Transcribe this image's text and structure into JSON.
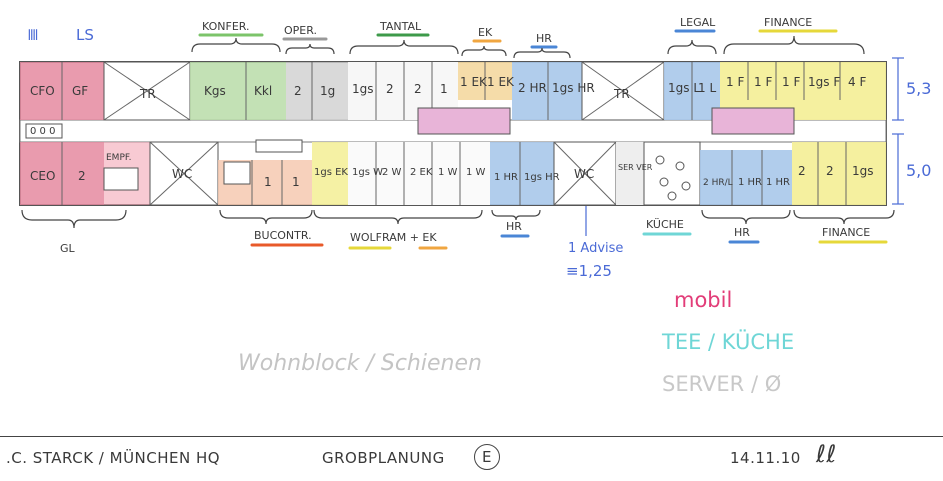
{
  "colors": {
    "gl": "#e58aa0",
    "konfer": "#b9dca8",
    "oper": "#cfcfcf",
    "tantal": "#ffffff",
    "ek": "#f4d8a0",
    "hr": "#a9c8ea",
    "legal": "#a9c8ea",
    "finance": "#f4ef9a",
    "wc": "#ffffff",
    "bucontr": "#f6c9b0",
    "kueche": "#ffffff",
    "server": "#ffffff",
    "accent": "#e23c78",
    "tee": "#6fd6d6"
  },
  "top_marks": [
    "𝍬",
    "LS"
  ],
  "dept_labels": {
    "konfer": "KONFER.",
    "oper": "OPER.",
    "tantal": "TANTAL",
    "ek": "EK",
    "hr_top": "HR",
    "legal": "LEGAL",
    "finance_top": "FINANCE",
    "gl": "GL",
    "bucontr": "BUCONTR.",
    "wolfram": "WOLFRAM + EK",
    "hr_bottom": "HR",
    "hr_right": "HR",
    "kueche": "KÜCHE",
    "finance_bottom": "FINANCE"
  },
  "rooms_top": [
    "CFO",
    "GF",
    "TR",
    "Kgs",
    "Kkl",
    "2",
    "1g",
    "1gs",
    "2",
    "2",
    "1",
    "1 EK",
    "1 EK",
    "2 HR",
    "1gs HR",
    "TR",
    "1gs L",
    "1 L",
    "1 F",
    "1 F",
    "1 F",
    "1gs F",
    "4 F"
  ],
  "rooms_bottom": [
    "CEO",
    "2",
    "EMPF.",
    "WC",
    "1",
    "1",
    "1gs EK",
    "1gs W",
    "2 W",
    "2 EK",
    "1 W",
    "1 W",
    "1 HR",
    "1gs HR",
    "WC",
    "SER VER",
    "2 HR/L",
    "1 HR",
    "1 HR",
    "2",
    "2",
    "1gs"
  ],
  "dims": {
    "top": "5,3",
    "bottom": "5,0"
  },
  "misc": {
    "advise": "1 Advise",
    "area": "≡1,25",
    "wohnblock": "Wohnblock / Schienen",
    "seats": "0 0 0"
  },
  "legend": {
    "mobil": "mobil",
    "tee": "TEE / KÜCHE",
    "server": "SERVER / Ø"
  },
  "footer": {
    "company": ".C. STARCK / MÜNCHEN HQ",
    "plan": "GROBPLANUNG",
    "plan_version": "E",
    "date": "14.11.10",
    "signature": "ℓℓ"
  }
}
